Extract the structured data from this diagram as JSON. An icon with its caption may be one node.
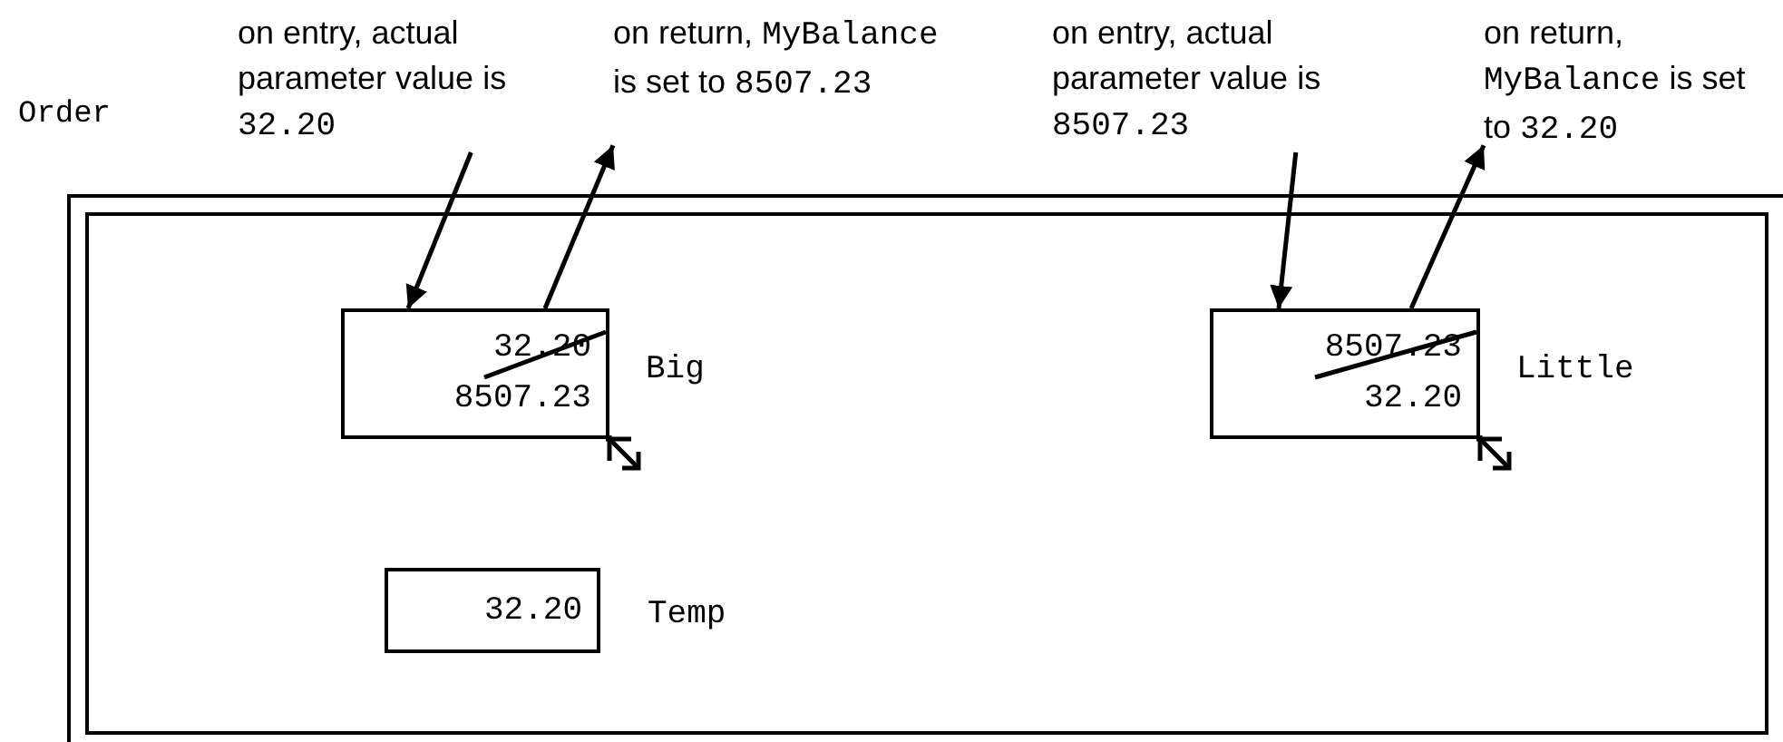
{
  "diagram": {
    "nodes": [
      {
        "text": [
          "on entry, actual parameter value is",
          "32.20"
        ]
      },
      {
        "text": [
          "on return,",
          "MyBalance",
          "is set to",
          "8507.23"
        ]
      },
      {
        "text": [
          "on entry, actual parameter value is",
          "8507.23"
        ]
      },
      {
        "text": [
          "on return,",
          "MyBalance",
          "is set to",
          "32.20"
        ]
      },
      {
        "text": [
          "Order"
        ]
      },
      {
        "text": [
          "32.20",
          "8507.23"
        ],
        "beside": [
          "Big"
        ],
        "in": 4
      },
      {
        "text": [
          "8507.23",
          "32.20"
        ],
        "beside": [
          "Little"
        ],
        "in": 4
      },
      {
        "text": [
          "32.20"
        ],
        "beside": [
          "Temp"
        ],
        "in": 4
      }
    ],
    "edges": [
      {
        "from": 0,
        "to": 5,
        "arrow": "to"
      },
      {
        "from": 5,
        "to": 1,
        "arrow": "to"
      },
      {
        "from": 2,
        "to": 6,
        "arrow": "to"
      },
      {
        "from": 6,
        "to": 3,
        "arrow": "to"
      }
    ]
  }
}
